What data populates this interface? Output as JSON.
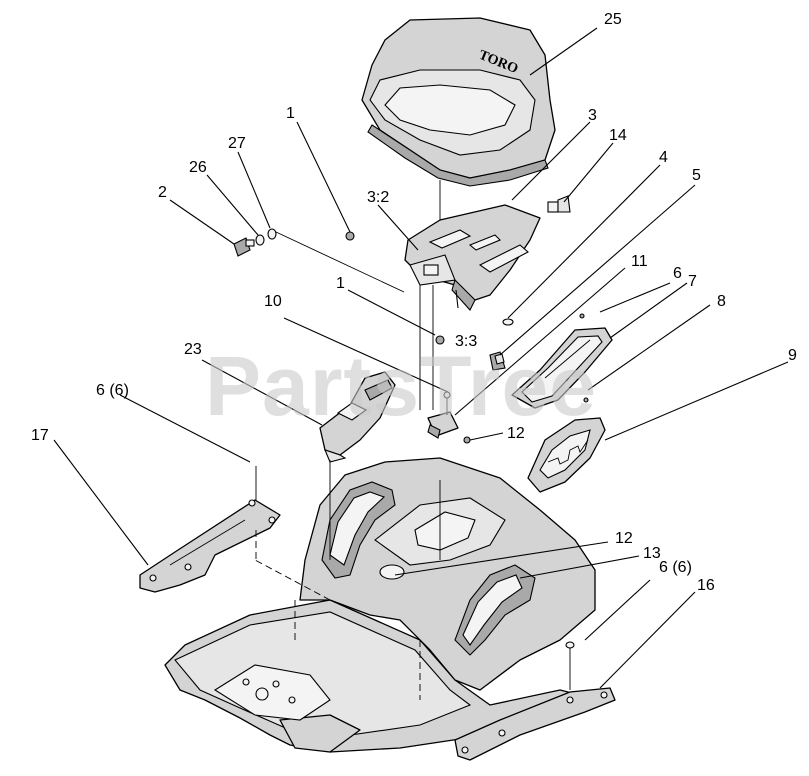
{
  "diagram": {
    "watermark": "PartsTree",
    "seat_logo": "TORO",
    "callouts": {
      "c25": "25",
      "c1a": "1",
      "c3": "3",
      "c14": "14",
      "c27": "27",
      "c26": "26",
      "c2": "2",
      "c32": "3:2",
      "c4": "4",
      "c5": "5",
      "c1b": "1",
      "c33": "3:3",
      "c11": "11",
      "c6a": "6",
      "c7": "7",
      "c8": "8",
      "c10": "10",
      "c23": "23",
      "c9": "9",
      "c66a": "6 (6)",
      "c12a": "12",
      "c17": "17",
      "c12b": "12",
      "c13": "13",
      "c66b": "6 (6)",
      "c16": "16"
    }
  }
}
